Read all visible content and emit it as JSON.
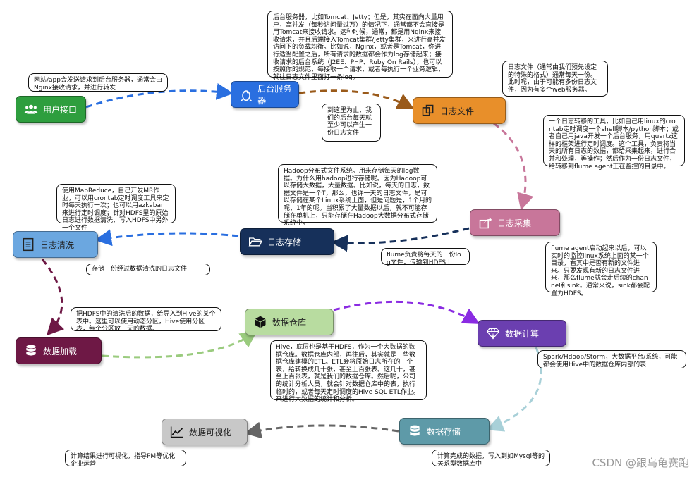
{
  "nodes": {
    "user": "用户接口",
    "backend": "后台服务器",
    "logfile": "日志文件",
    "collect": "日志采集",
    "storage": "日志存储",
    "clean": "日志清洗",
    "load": "数据加载",
    "warehouse": "数据仓库",
    "compute": "数据计算",
    "dbstore": "数据存储",
    "viz": "数据可视化"
  },
  "notes": {
    "user_note": "网站/app会发送请求到后台服务器，通常会由Nginx接收请求，并进行转发",
    "backend_note": "后台服务器，比如Tomcat、Jetty；但是，其实在面向大量用户，高并发（每秒访问量过万）的情况下，通常都不会直接是用Tomcat来接收请求。这种时候，通常，都是用Nginx来接收请求，并且后端接入Tomcat集群/Jetty集群，来进行高并发访问下的负载均衡。比如说，Nginx，或者是Tomcat，你进行适当配置之后，所有请求的数据都会作为log存储起来；接收请求的后台系统（J2EE、PHP、Ruby On Rails），也可以按照你的规范，每接收一个请求，或者每执行一个业务逻辑，就往日志文件里面打一条log。",
    "backend_small": "到这里为止，我们的后台每天就至少可以产生一份日志文件",
    "logfile_note": "日志文件（通常由我们预先设定的特殊的格式）通常每天一份。此时呢，由于可能有多份日志文件，因为有多个web服务器。",
    "collect_top": "一个日志转移的工具，比如自己用linux的crontab定时调度一个shell脚本/python脚本；或者自己用java开发一个后台服务，用quartz这样的框架进行定时调度。这个工具，负责将当天的所有日志的数据，都给采集起来，进行合并和处理，等操作；然后作为一份日志文件，给转移到flume agent正在监控的目录中。",
    "collect_bottom": "flume agent启动起来以后，可以实时的监控linux系统上面的某一个目录，看其中是否有新的文件进来。只要发现有新的日志文件进来，那么flume就会走后续的channel和sink。通常来说，sink都会配置为HDFS。",
    "storage_note": "Hadoop分布式文件系统。用来存储每天的log数据。为什么用hadoop进行存储呢。因为Hadoop可以存储大数据，大量数据。比如说，每天的日志，数据文件是一个T，那么，也许一天的日志文件，是可以存储在某个Linux系统上面，但是问题是，1个月的呢，1年的呢。当积累了大量数据以后，就不可能存储在单机上，只能存储在Hadoop大数据分布式存储系统中。",
    "storage_small": "flume负责将每天的一份log文件，传输到HDFS上",
    "clean_top": "使用MapReduce，自己开发MR作业，可以用crontab定时调度工具来定时每天执行一次；也可以用azkaban来进行定时调度；针对HDFS里的原始日志进行数据清洗，写入HDFS中另外一个文件",
    "clean_bottom": "存储一份经过数据清洗的日志文件",
    "load_note": "把HDFS中的清洗后的数据，给导入到Hive的某个表中。这里可以使用动态分区，Hive使用分区表，每个分区放一天的数据。",
    "warehouse_note": "Hive，底层也是基于HDFS，作为一个大数据的数据仓库。数据仓库内部，再往后，其实就是一些数据仓库建模的ETL。ETL会将原始日志所在的一个表，给转换成几十张，甚至上百张表。这几十，甚至上百张表，就是我们的数据仓库。然后呢，公司的统计分析人员，就会针对数据仓库中的表，执行临时的，或者每天定时调度的Hive SQL ETL作业。来进行大数据的统计和分析。",
    "compute_note": "Spark/Hdoop/Storm，大数据平台/系统，可能都会使用Hive中的数据仓库内部的表",
    "dbstore_note": "计算完成的数据，写入到如Mysql等的关系型数据库中",
    "viz_note": "计算结果进行可视化，指导PM等优化企业运营"
  },
  "watermark": "CSDN @跟乌龟赛跑",
  "colors": {
    "user": "#2e9e3e",
    "backend": "#2a6fe0",
    "logfile": "#e88f2a",
    "collect": "#c8769a",
    "storage": "#16305a",
    "clean": "#6ba7e0",
    "load": "#6e1845",
    "warehouse": "#b8dca0",
    "compute": "#6b3fb0",
    "dbstore": "#5e9aa8",
    "viz": "#c8c8c8"
  }
}
